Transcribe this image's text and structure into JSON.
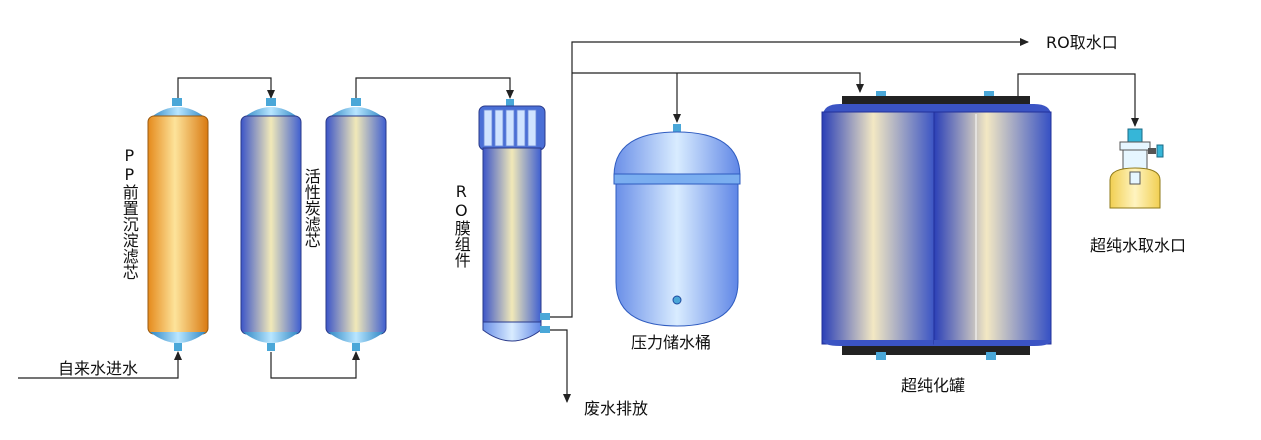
{
  "labels": {
    "feed_water": "自来水进水",
    "pp_filter": "PP前置沉淀滤芯",
    "carbon_filter": "活性炭滤芯",
    "ro_module": "RO膜组件",
    "waste_water": "废水排放",
    "pressure_tank": "压力储水桶",
    "ro_outlet": "RO取水口",
    "ultrapure_tank": "超纯化罐",
    "ultrapure_outlet": "超纯水取水口"
  },
  "colors": {
    "pp_filter": "#f3b24a",
    "blue_filter": "#4a6fd6",
    "cap": "#4aa7d8",
    "tank_body": "#7aaef0",
    "line": "#222222"
  }
}
